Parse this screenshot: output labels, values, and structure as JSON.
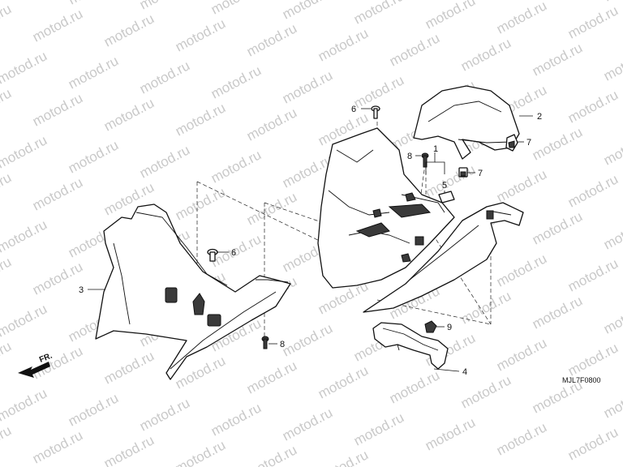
{
  "watermark": {
    "text": "motod.ru",
    "color": "#c9c9c9"
  },
  "callouts": [
    {
      "id": "c1",
      "label": "1"
    },
    {
      "id": "c2",
      "label": "2"
    },
    {
      "id": "c3",
      "label": "3"
    },
    {
      "id": "c4",
      "label": "4"
    },
    {
      "id": "c5",
      "label": "5"
    },
    {
      "id": "c6a",
      "label": "6"
    },
    {
      "id": "c6b",
      "label": "6"
    },
    {
      "id": "c7a",
      "label": "7"
    },
    {
      "id": "c7b",
      "label": "7"
    },
    {
      "id": "c8a",
      "label": "8"
    },
    {
      "id": "c8b",
      "label": "8"
    },
    {
      "id": "c9",
      "label": "9"
    }
  ],
  "front_arrow": {
    "label": "FR."
  },
  "diagram_code": "MJL7F0800"
}
